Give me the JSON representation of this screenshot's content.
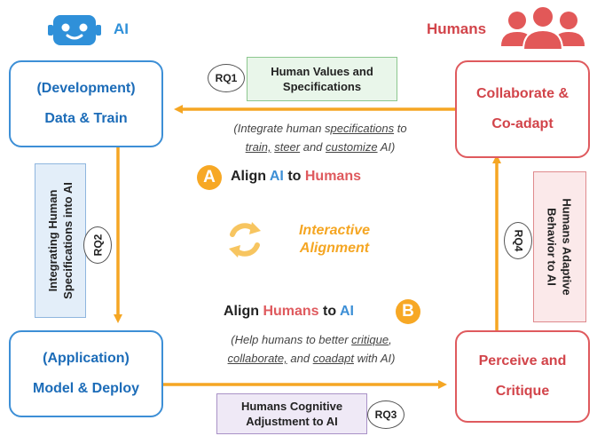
{
  "header": {
    "ai_label": "AI",
    "humans_label": "Humans"
  },
  "boxes": {
    "dev_line1": "(Development)",
    "dev_line2": "Data & Train",
    "app_line1": "(Application)",
    "app_line2": "Model & Deploy",
    "collab_line1": "Collaborate &",
    "collab_line2": "Co-adapt",
    "perceive_line1": "Perceive and",
    "perceive_line2": "Critique"
  },
  "rq": {
    "rq1": {
      "id": "RQ1",
      "line1": "Human Values and",
      "line2": "Specifications"
    },
    "rq2": {
      "id": "RQ2",
      "line1": "Integrating Human",
      "line2": "Specifications into AI"
    },
    "rq3": {
      "id": "RQ3",
      "line1": "Humans Cognitive",
      "line2": "Adjustment to AI"
    },
    "rq4": {
      "id": "RQ4",
      "line1": "Humans Adaptive",
      "line2": "Behavior to AI"
    }
  },
  "align_a": {
    "badge": "A",
    "word1": "Align",
    "word2": "AI",
    "word3": "to",
    "word4": "Humans",
    "desc": {
      "p1": "(Integrate human s",
      "u1": "pecifications",
      "p2": " to",
      "u2": "train,",
      "p3": " ",
      "u3": "steer",
      "p4": " and ",
      "u4": "customize",
      "p5": " AI)"
    }
  },
  "align_b": {
    "badge": "B",
    "word1": "Align",
    "word2": "Humans",
    "word3": "to",
    "word4": "AI",
    "desc": {
      "p1": "(Help humans to better ",
      "u1": "critique",
      "p2": ",",
      "u2": "collaborate,",
      "p3": " and ",
      "u3": "coadapt",
      "p4": " with AI)"
    }
  },
  "center": {
    "line1": "Interactive",
    "line2": "Alignment"
  },
  "colors": {
    "ai_blue": "#3d8fd6",
    "human_red": "#df5a5e",
    "arrow_orange": "#f5a623",
    "center_orange": "#f7b733"
  }
}
